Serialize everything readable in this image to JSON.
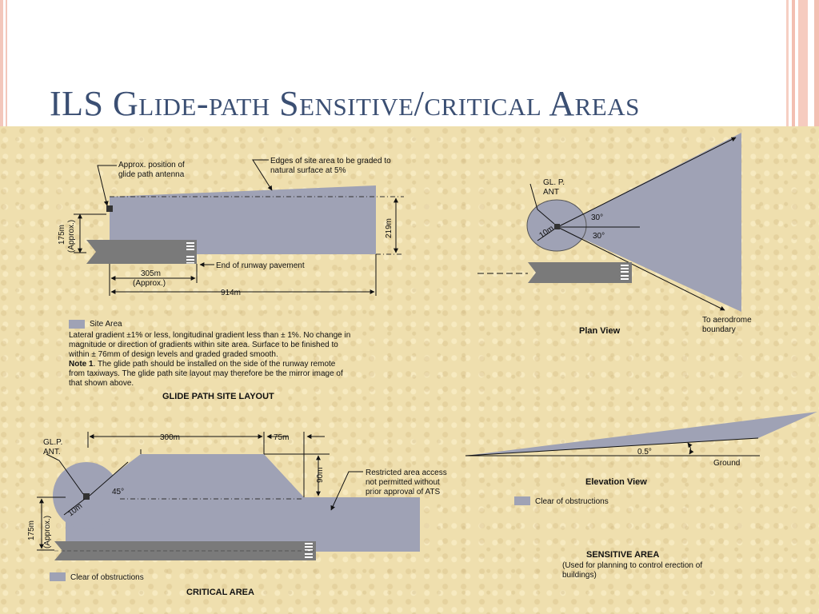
{
  "slide": {
    "title": "ILS Glide-path Sensitive/critical Areas"
  },
  "site_layout": {
    "antenna_label_1": "Approx. position of",
    "antenna_label_2": "glide path antenna",
    "edges_label_1": "Edges of site area to be graded to",
    "edges_label_2": "natural surface at 5%",
    "dim_175": "175m",
    "dim_approx_v": "(Approx.)",
    "dim_219": "219m",
    "end_runway": "End of runway pavement",
    "dim_305": "305m",
    "dim_305_approx": "(Approx.)",
    "dim_914": "914m",
    "legend_site_area": "Site Area",
    "note_line_1": "Lateral gradient ±1% or less, longitudinal gradient less than ± 1%.  No change in",
    "note_line_2": "magnitude or direction of gradients within site area.  Surface to be finished to",
    "note_line_3": "within ± 76mm of design levels and graded graded smooth.",
    "note_heading": "Note 1",
    "note_line_4": ".  The glide path should be installed on the side of the runway remote",
    "note_line_5": "from taxiways.  The glide path site layout may therefore be the mirror image of",
    "note_line_6": "that shown above.",
    "caption": "GLIDE PATH SITE LAYOUT"
  },
  "plan_view": {
    "ant_label_1": "GL. P.",
    "ant_label_2": "ANT",
    "dim_10m": "10m",
    "angle_top": "30°",
    "angle_bottom": "30°",
    "boundary_1": "To aerodrome",
    "boundary_2": "boundary",
    "caption": "Plan View"
  },
  "critical_area": {
    "ant_label_1": "GL.P.",
    "ant_label_2": "ANT.",
    "dim_300": "300m",
    "dim_75": "75m",
    "dim_90": "90m",
    "angle": "45°",
    "dim_10m": "10m",
    "dim_175": "175m",
    "dim_approx_v": "(Approx.)",
    "restricted_1": "Restricted area access",
    "restricted_2": "not permitted without",
    "restricted_3": "prior approval of ATS",
    "legend": "Clear of obstructions",
    "caption": "CRITICAL AREA"
  },
  "elevation_view": {
    "angle": "0.5°",
    "ground": "Ground",
    "caption": "Elevation View",
    "legend": "Clear of obstructions"
  },
  "sensitive_area": {
    "caption": "SENSITIVE AREA",
    "sub_1": "(Used for planning to control erection of",
    "sub_2": "buildings)"
  },
  "colors": {
    "area_fill": "#9fa2b5",
    "runway": "#7a7a7a",
    "title": "#3b4f73",
    "background": "#efdfae"
  }
}
